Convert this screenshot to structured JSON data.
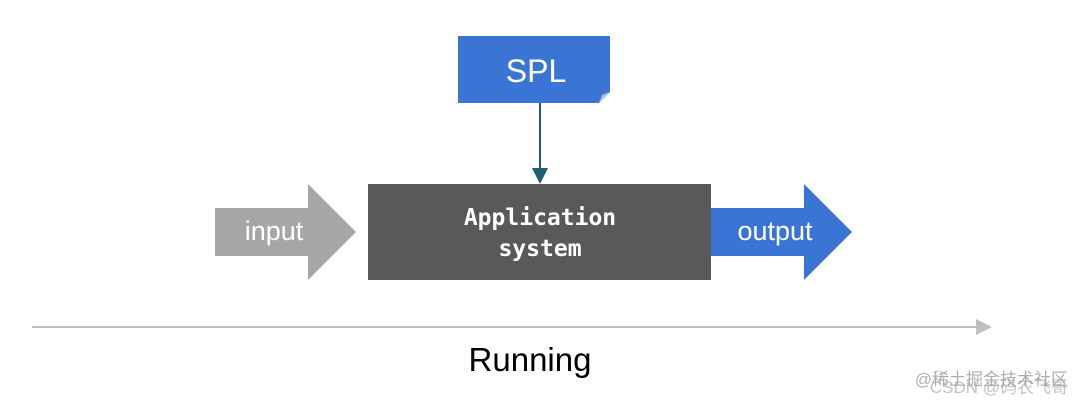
{
  "diagram": {
    "spl": {
      "label": "SPL",
      "color": "#3a75d6"
    },
    "system": {
      "line1": "Application",
      "line2": "system",
      "color": "#595959"
    },
    "input": {
      "label": "input",
      "color": "#a6a6a6"
    },
    "output": {
      "label": "output",
      "color": "#3a75d6"
    },
    "connector_color": "#1f5f73",
    "timeline": {
      "label": "Running",
      "color": "#bfbfbf"
    },
    "watermark": {
      "line1": "@稀土掘金技术社区",
      "line2": "CSDN @码农飞哥"
    }
  }
}
